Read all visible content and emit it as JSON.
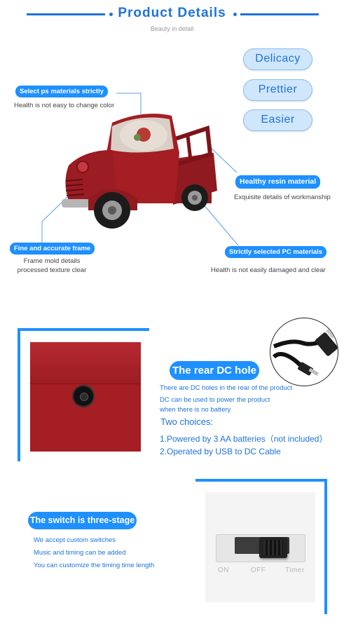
{
  "header": {
    "title": "Product Details",
    "subtitle": "Beauty in detail"
  },
  "pills": [
    "Delicacy",
    "Prettier",
    "Easier"
  ],
  "callouts": {
    "ps_material": {
      "label": "Select ps materials strictly",
      "note": "Health is not easy to change color"
    },
    "resin": {
      "label": "Healthy resin material",
      "note": "Exquisite details of workmanship"
    },
    "frame": {
      "label": "Fine and accurate frame",
      "note_line1": "Frame mold details",
      "note_line2": "processed texture clear"
    },
    "pc": {
      "label": "Strictly selected PC materials",
      "note": "Health is not easily damaged and clear"
    }
  },
  "dc_section": {
    "heading": "The rear DC hole",
    "desc": [
      "There are DC holes in the rear of the product",
      "DC can be used to power the product",
      "when there is no battery"
    ],
    "choices_title": "Two choices:",
    "choices": [
      "1.Powered by 3 AA batteries（not included）",
      "2.Operated by USB to DC Cable"
    ]
  },
  "switch_section": {
    "heading": "The switch is three-stage",
    "desc": [
      "We accept custom switches",
      "Music and timing can be added",
      "You can customize the timing time length"
    ],
    "positions": [
      "ON",
      "OFF",
      "Timer"
    ]
  },
  "colors": {
    "accent": "#1e73d8",
    "tag_blue": "#1e90ff",
    "pill_fill": "#cfe6fb",
    "truck_red": "#a41e24"
  }
}
